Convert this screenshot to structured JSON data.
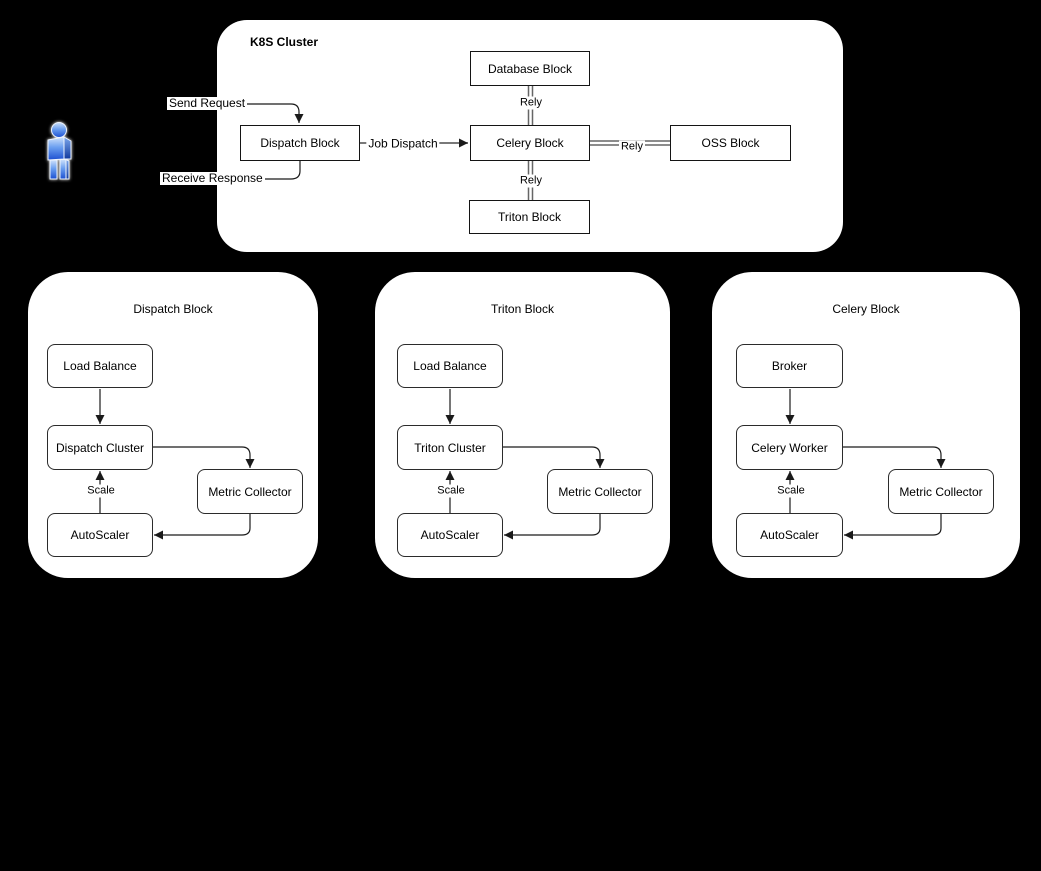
{
  "k8s_panel": {
    "title": "K8S Cluster",
    "nodes": {
      "database": "Database Block",
      "dispatch": "Dispatch Block",
      "celery": "Celery Block",
      "oss": "OSS Block",
      "triton": "Triton Block"
    },
    "edges": {
      "rely_database": "Rely",
      "rely_triton": "Rely",
      "rely_oss": "Rely",
      "job_dispatch": "Job Dispatch"
    }
  },
  "actor_flow": {
    "send_request": "Send Request",
    "receive_response": "Receive Response"
  },
  "detail_panels": [
    {
      "title": "Dispatch Block",
      "nodes": {
        "entry": "Load Balance",
        "cluster": "Dispatch Cluster",
        "metric": "Metric Collector",
        "autoscaler": "AutoScaler"
      },
      "edges": {
        "scale": "Scale"
      }
    },
    {
      "title": "Triton Block",
      "nodes": {
        "entry": "Load Balance",
        "cluster": "Triton Cluster",
        "metric": "Metric Collector",
        "autoscaler": "AutoScaler"
      },
      "edges": {
        "scale": "Scale"
      }
    },
    {
      "title": "Celery Block",
      "nodes": {
        "entry": "Broker",
        "cluster": "Celery Worker",
        "metric": "Metric Collector",
        "autoscaler": "AutoScaler"
      },
      "edges": {
        "scale": "Scale"
      }
    }
  ],
  "icons": {
    "actor": "person-icon"
  },
  "colors": {
    "background": "#000000",
    "panel_fill": "#ffffff",
    "line": "#1a1a1a",
    "rely_line": "#666666",
    "actor_blue_light": "#cfe2fb",
    "actor_blue_dark": "#1c4fd1"
  }
}
